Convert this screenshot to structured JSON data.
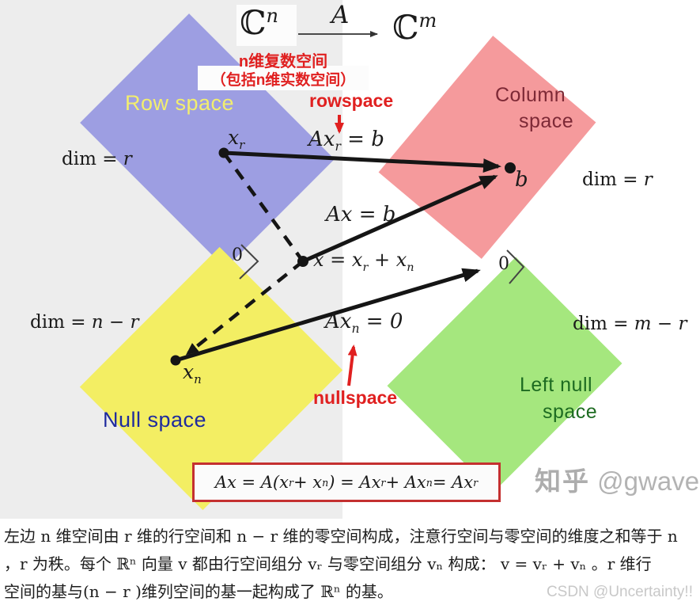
{
  "top": {
    "domain_base": "ℂ",
    "domain_sup": "n",
    "map_label": "A",
    "codomain_base": "ℂ",
    "codomain_sup": "m",
    "annotation_line1": "n维复数空间",
    "annotation_line2": "（包括n维实数空间）"
  },
  "regions": {
    "row": {
      "label": "Row space",
      "fill": "#9d9ee2",
      "dim_prefix": "dim = ",
      "dim_value": "r"
    },
    "column": {
      "label_line1": "Column",
      "label_line2": "space",
      "fill": "#f59a9c",
      "dim_prefix": "dim = ",
      "dim_value": "r"
    },
    "null": {
      "label": "Null space",
      "fill": "#f3ee63",
      "dim_prefix": "dim = ",
      "dim_value": "n − r"
    },
    "left_null": {
      "label_line1": "Left null",
      "label_line2": "space",
      "fill": "#a5e77e",
      "dim_prefix": "dim = ",
      "dim_value": "m − r"
    }
  },
  "annotations": {
    "rowspace": "rowspace",
    "nullspace": "nullspace",
    "accent_color": "#e02020"
  },
  "labels": {
    "xr": {
      "base": "x",
      "sub": "r"
    },
    "xn": {
      "base": "x",
      "sub": "n"
    },
    "b": "b",
    "x_decomp": {
      "t1": "x = x",
      "s1": "r",
      "t2": " + x",
      "s2": "n"
    },
    "axr_b": {
      "t1": "Ax",
      "s1": "r",
      "t2": " = b"
    },
    "ax_b": "Ax = b",
    "axn_0": {
      "t1": "Ax",
      "s1": "n",
      "t2": " = 0"
    },
    "zero_left": "0",
    "zero_right": "0"
  },
  "equation": {
    "t1": "Ax = A(x",
    "s1": "r",
    "t2": " + x",
    "s2": "n",
    "t3": ") = Ax",
    "s3": "r",
    "t4": " + Ax",
    "s4": "n",
    "t5": " = Ax",
    "s5": "r"
  },
  "watermarks": {
    "zhihu_brand": "知乎",
    "zhihu_handle": "@gwave",
    "csdn": "CSDN @Uncertainty!!"
  },
  "caption": {
    "line1": "左边 n 维空间由 r 维的行空间和 n − r 维的零空间构成，注意行空间与零空间的维度之和等于 n",
    "line2": "，r 为秩。每个 ℝⁿ 向量 v 都由行空间组分 vᵣ 与零空间组分 vₙ 构成： v = vᵣ + vₙ 。r 维行",
    "line3": "空间的基与(n − r )维列空间的基一起构成了 ℝⁿ 的基。"
  }
}
